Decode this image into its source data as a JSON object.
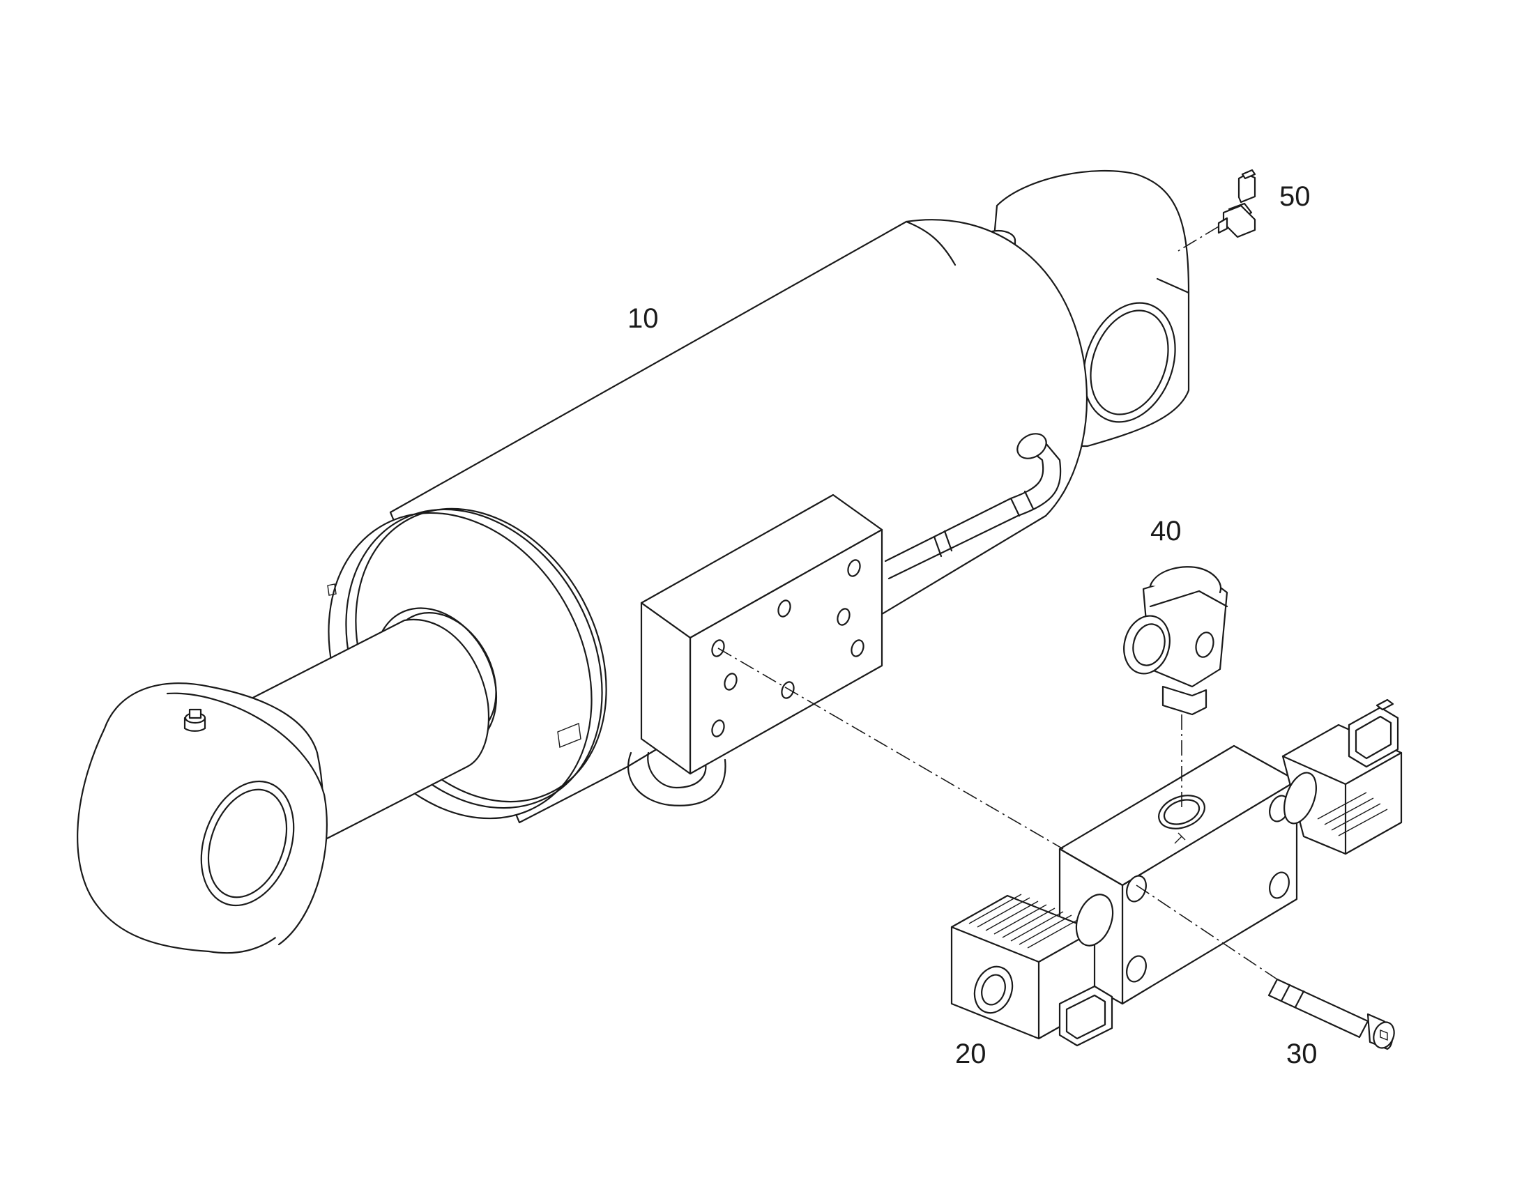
{
  "callouts": {
    "c10": "10",
    "c20": "20",
    "c30": "30",
    "c40": "40",
    "c50": "50"
  },
  "colors": {
    "line": "#1a1a1a",
    "background": "#ffffff"
  }
}
